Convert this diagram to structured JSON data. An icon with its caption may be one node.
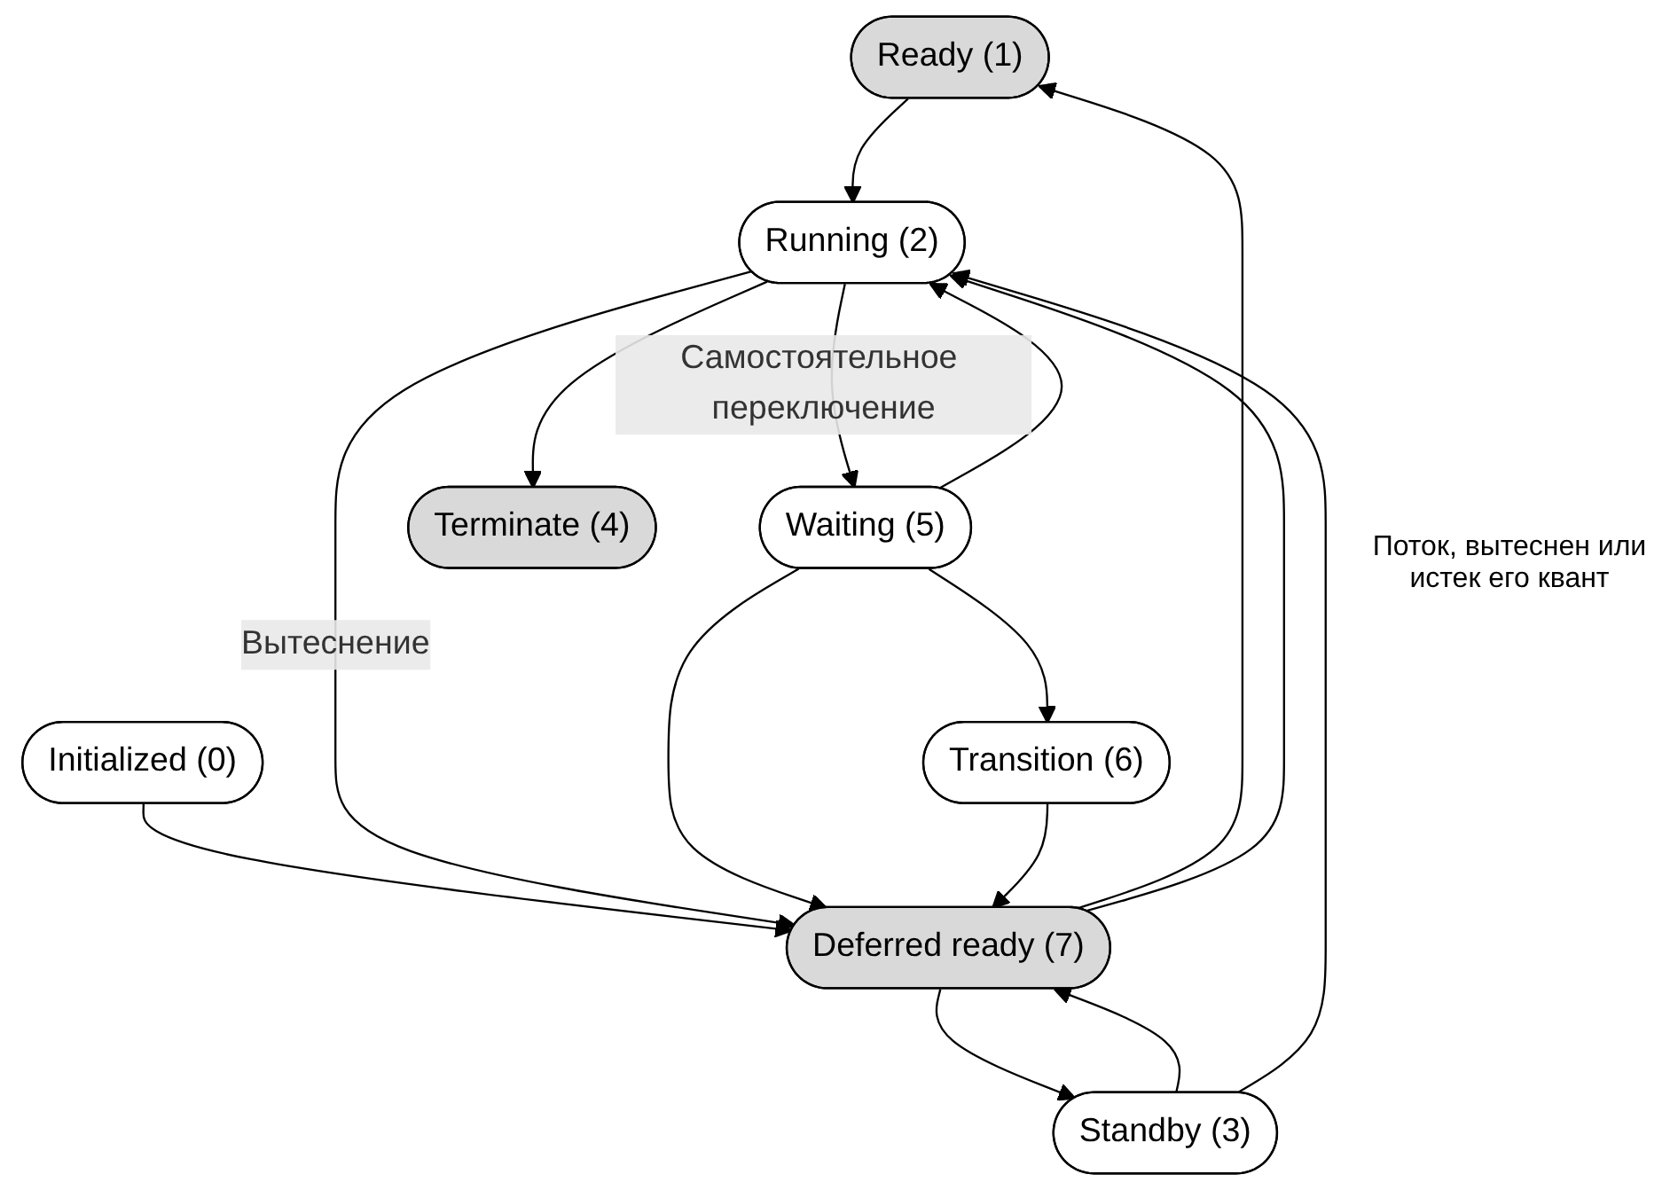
{
  "diagram": {
    "nodes": [
      {
        "text": [
          "Ready (1)"
        ]
      },
      {
        "text": [
          "Initialized (0)"
        ]
      },
      {
        "text": [
          "Standby (3)"
        ]
      },
      {
        "text": [
          "Deferred ready (7)"
        ]
      },
      {
        "text": [
          "Running (2)"
        ]
      },
      {
        "text": [
          "Transition (6)"
        ]
      },
      {
        "text": [
          "Waiting (5)"
        ]
      },
      {
        "text": [
          "Terminate (4)"
        ]
      }
    ],
    "edges": [
      {
        "from": 1,
        "to": 3,
        "arrow": "to"
      },
      {
        "from": 3,
        "to": 0,
        "arrow": "to"
      },
      {
        "from": 0,
        "to": 4,
        "arrow": "to"
      },
      {
        "from": 4,
        "to": 3,
        "arrow": "to",
        "label": "Вытеснение"
      },
      {
        "from": 2,
        "to": 3,
        "arrow": "to"
      },
      {
        "from": 3,
        "to": 2,
        "arrow": "to"
      },
      {
        "from": 2,
        "to": 4,
        "arrow": "to"
      },
      {
        "from": 3,
        "to": 4,
        "arrow": "to"
      },
      {
        "from": 4,
        "to": 7,
        "arrow": "to"
      },
      {
        "from": 4,
        "to": 6,
        "arrow": "to",
        "label": "Самостоятельное переключение"
      },
      {
        "from": 6,
        "to": 4,
        "arrow": "to"
      },
      {
        "from": 6,
        "to": 3,
        "arrow": "to"
      },
      {
        "from": 6,
        "to": 5,
        "arrow": "to"
      },
      {
        "from": 5,
        "to": 3,
        "arrow": "to"
      }
    ],
    "labels": [
      "Поток, вытеснен или истек его квант"
    ]
  }
}
